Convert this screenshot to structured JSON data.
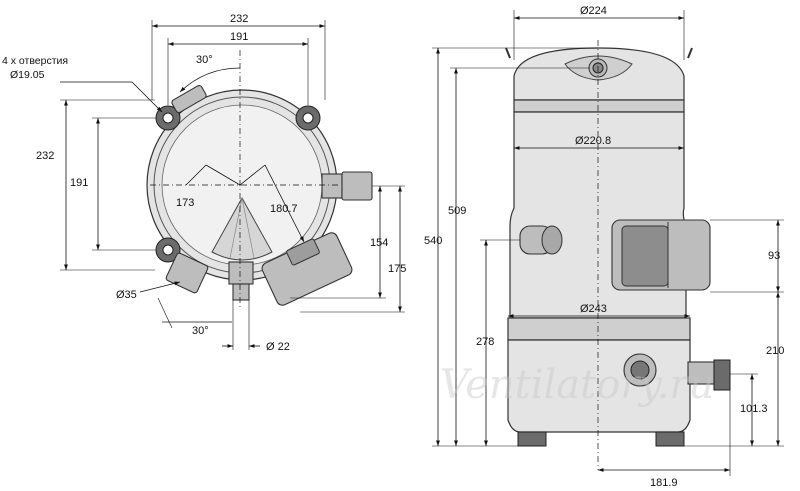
{
  "top_view": {
    "overall_width": "232",
    "bolt_spacing_width": "191",
    "overall_height": "232",
    "bolt_spacing_height": "191",
    "angle_top": "30°",
    "angle_bottom": "30°",
    "holes_label_line1": "4 х отверстия",
    "holes_label_line2": "Ø19.05",
    "radius_left": "173",
    "radius_right": "180.7",
    "fitting_diameter": "Ø35",
    "tube_diameter": "Ø 22",
    "offset_154": "154",
    "offset_175": "175"
  },
  "side_view": {
    "top_diameter": "Ø224",
    "shell_diameter": "Ø220.8",
    "base_diameter": "Ø243",
    "height_509": "509",
    "height_540": "540",
    "height_278": "278",
    "box_height": "93",
    "height_210": "210",
    "height_101": "101.3",
    "offset_181": "181.9"
  },
  "watermark": "Ventilatory.ru",
  "colors": {
    "line": "#111111",
    "body": "#e4e4e4",
    "part": "#bdbdbd",
    "dark_part": "#6b6b6b"
  }
}
